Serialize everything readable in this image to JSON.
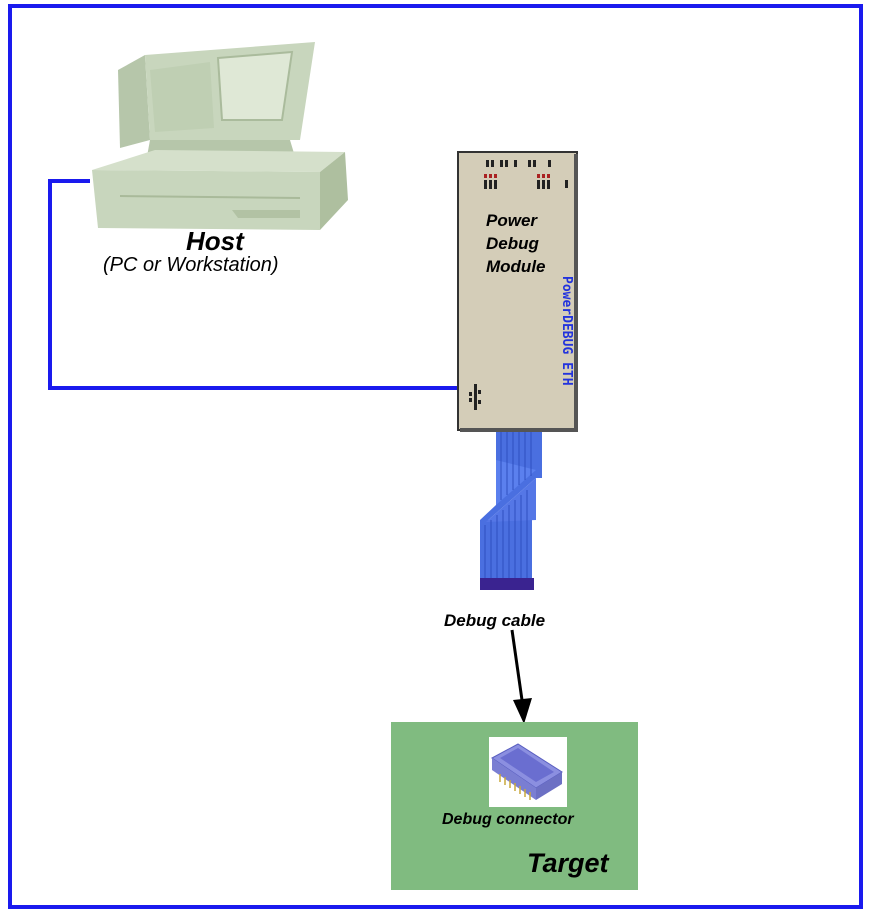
{
  "diagram": {
    "host": {
      "title": "Host",
      "subtitle": "(PC or Workstation)",
      "icon": "desktop-computer-icon"
    },
    "module": {
      "lines": [
        "Power",
        "Debug",
        "Module"
      ],
      "device_text": "PowerDEBUG ETH"
    },
    "cable": {
      "label": "Debug cable"
    },
    "target": {
      "label": "Target",
      "connector_label": "Debug connector",
      "connector_icon": "pin-header-connector-icon"
    },
    "colors": {
      "frame": "#1a1aee",
      "link": "#1a1aee",
      "computer": "#c8d6bd",
      "module_body": "#d4cdb8",
      "cable": "#4a6fe0",
      "cable_plug": "#3a2390",
      "target_board": "#80bb80",
      "arrow": "#000000"
    }
  }
}
